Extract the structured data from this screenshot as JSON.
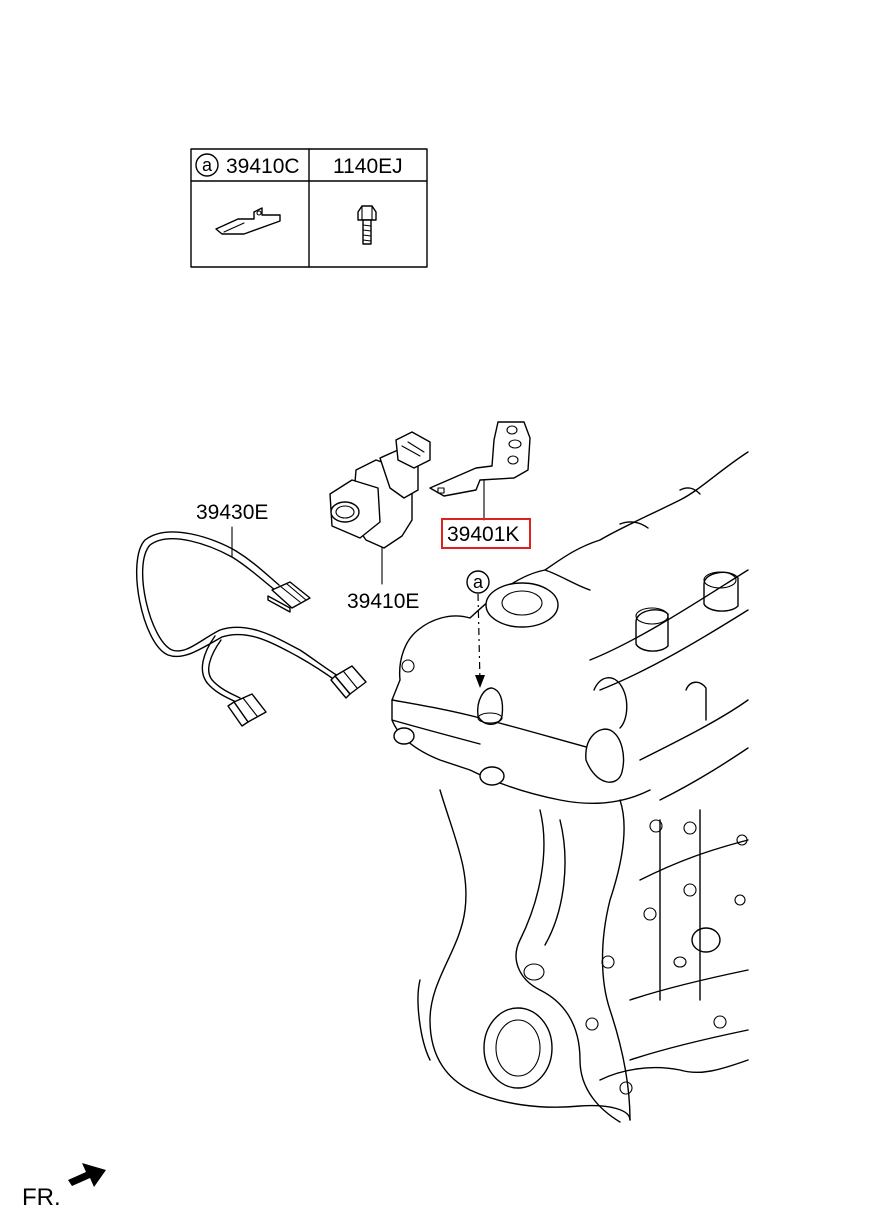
{
  "legend_table": {
    "col1_ref": "a",
    "col1_part": "39410C",
    "col2_part": "1140EJ"
  },
  "callouts": {
    "wiring": "39430E",
    "sensor": "39410E",
    "bracket": "39401K",
    "ref_marker": "a"
  },
  "direction": {
    "label": "FR."
  },
  "colors": {
    "highlight_box": "#e02020",
    "line": "#000000",
    "background": "#ffffff"
  }
}
